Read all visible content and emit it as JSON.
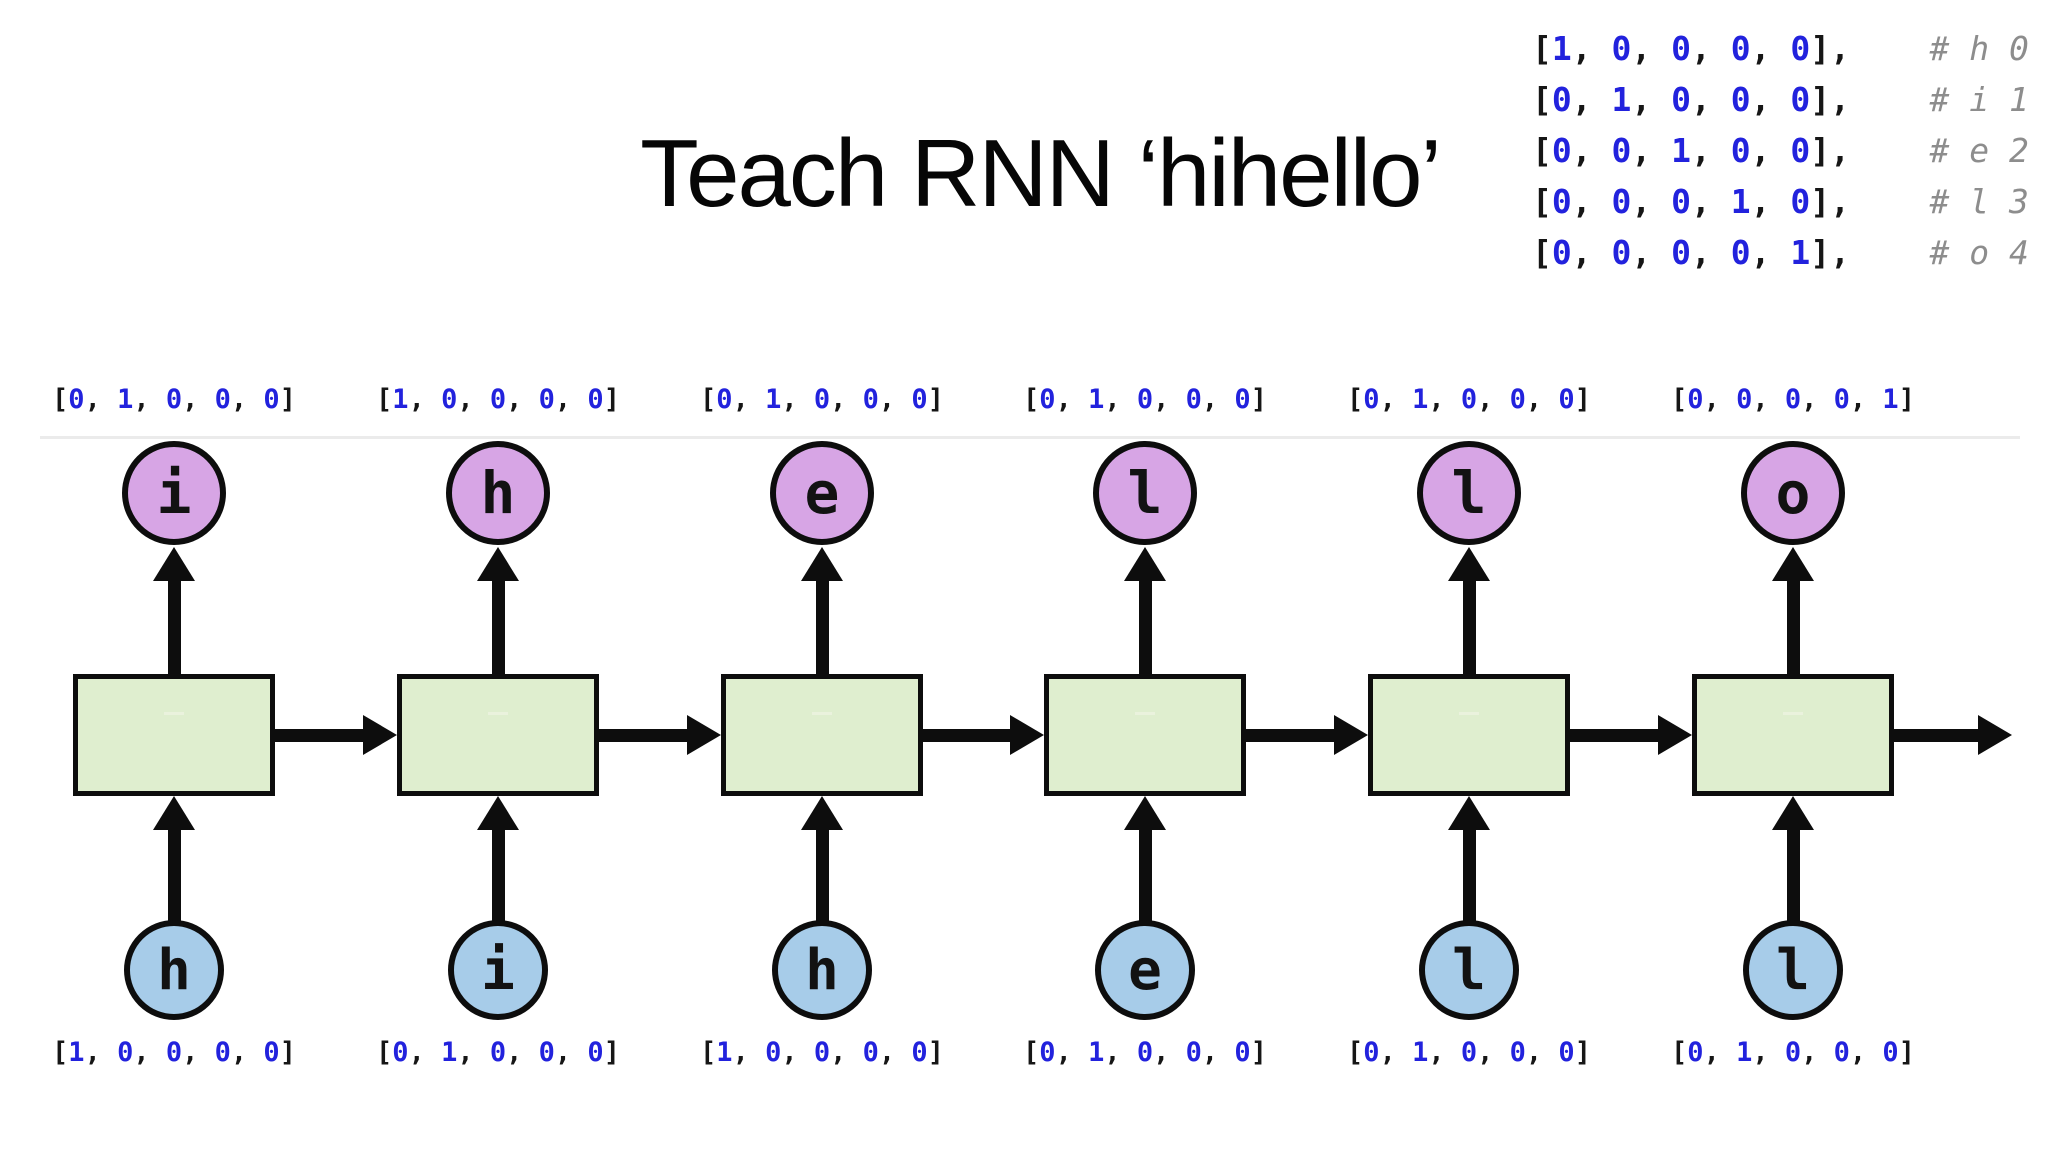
{
  "slide": {
    "title": "Teach RNN ‘hihello’"
  },
  "encoding_legend": {
    "rows": [
      {
        "values": [
          1,
          0,
          0,
          0,
          0
        ],
        "comment": "# h 0"
      },
      {
        "values": [
          0,
          1,
          0,
          0,
          0
        ],
        "comment": "# i 1"
      },
      {
        "values": [
          0,
          0,
          1,
          0,
          0
        ],
        "comment": "# e 2"
      },
      {
        "values": [
          0,
          0,
          0,
          1,
          0
        ],
        "comment": "# l 3"
      },
      {
        "values": [
          0,
          0,
          0,
          0,
          1
        ],
        "comment": "# o 4"
      }
    ]
  },
  "rnn_sequence": {
    "cells": [
      {
        "input": {
          "label": "h",
          "vector": [
            1,
            0,
            0,
            0,
            0
          ]
        },
        "output": {
          "label": "i",
          "vector": [
            0,
            1,
            0,
            0,
            0
          ]
        }
      },
      {
        "input": {
          "label": "i",
          "vector": [
            0,
            1,
            0,
            0,
            0
          ]
        },
        "output": {
          "label": "h",
          "vector": [
            1,
            0,
            0,
            0,
            0
          ]
        }
      },
      {
        "input": {
          "label": "h",
          "vector": [
            1,
            0,
            0,
            0,
            0
          ]
        },
        "output": {
          "label": "e",
          "vector": [
            0,
            1,
            0,
            0,
            0
          ]
        }
      },
      {
        "input": {
          "label": "e",
          "vector": [
            0,
            1,
            0,
            0,
            0
          ]
        },
        "output": {
          "label": "l",
          "vector": [
            0,
            1,
            0,
            0,
            0
          ]
        }
      },
      {
        "input": {
          "label": "l",
          "vector": [
            0,
            1,
            0,
            0,
            0
          ]
        },
        "output": {
          "label": "l",
          "vector": [
            0,
            1,
            0,
            0,
            0
          ]
        }
      },
      {
        "input": {
          "label": "l",
          "vector": [
            0,
            1,
            0,
            0,
            0
          ]
        },
        "output": {
          "label": "o",
          "vector": [
            0,
            0,
            0,
            0,
            1
          ]
        }
      }
    ]
  },
  "colors": {
    "number_blue": "#2222dd",
    "comment_gray": "#8d8d8d",
    "stroke_black": "#0d0d0d",
    "output_node_fill": "#d7a5e5",
    "input_node_fill": "#a7cce9",
    "cell_fill": "#dfeecf"
  }
}
